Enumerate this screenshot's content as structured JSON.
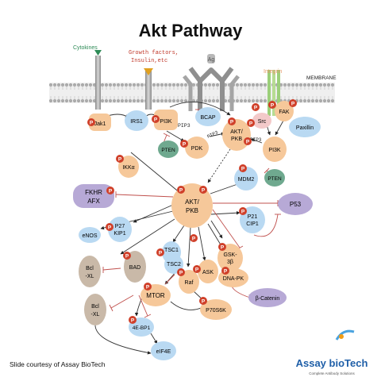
{
  "title": "Akt Pathway",
  "credit": "Slide courtesy of Assay BioTech",
  "logo": {
    "name": "Assay bioTech",
    "tagline": "Complete Antibody Solutions"
  },
  "membrane_label": "MEMBRANE",
  "receptors": {
    "cytokines": "Cytokines",
    "growth_factors_1": "Growth factors,",
    "growth_factors_2": "Insulin,etc",
    "ag": "Ag",
    "integrin": "Integrin"
  },
  "nodes": {
    "jak1": "Jak1",
    "irs1": "IRS1",
    "pi3k_top": "PI3K",
    "pip3_top": "PIP3",
    "bcap": "BCAP",
    "src": "Src",
    "fak": "FAK",
    "paxillin": "Paxillin",
    "pten_left": "PTEN",
    "pdk": "PDK",
    "pip3_mid": "PIP3",
    "akt_top_1": "AKT/",
    "akt_top_2": "PKB",
    "pip3_right": "PIP3",
    "pi3k_right": "PI3K",
    "pten_right": "PTEN",
    "ikka": "IKKα",
    "fkhr_1": "FKHR",
    "fkhr_2": "AFX",
    "mdm2": "MDM2",
    "p53": "P53",
    "akt_center_1": "AKT/",
    "akt_center_2": "PKB",
    "enos": "eNOS",
    "p27_1": "P27",
    "p27_2": "KIP1",
    "p21_1": "P21",
    "p21_2": "CIP1",
    "tsc1": "TSC1",
    "tsc2": "TSC2",
    "bad": "BAD",
    "gsk_1": "GSK-",
    "gsk_2": "3β",
    "bclxl_1a": "Bcl",
    "bclxl_1b": "-XL",
    "ask": "ASK",
    "raf": "Raf",
    "dnapk": "DNA-PK",
    "catenin": "β-Catenin",
    "mtor": "MTOR",
    "bclxl_2a": "Bcl",
    "bclxl_2b": "-XL",
    "p70s6k": "P70S6K",
    "ebp1": "4E-BP1",
    "eif4e": "eIF4E"
  },
  "phospho_label": "P",
  "colors": {
    "orange": "#f6c89a",
    "blue": "#b9d9f2",
    "green": "#6fa98f",
    "purple": "#b7a9d6",
    "brown": "#c9b9a8",
    "pink": "#f3c9c9",
    "phospho": "#d0402a",
    "inhibit": "#c0504d"
  }
}
